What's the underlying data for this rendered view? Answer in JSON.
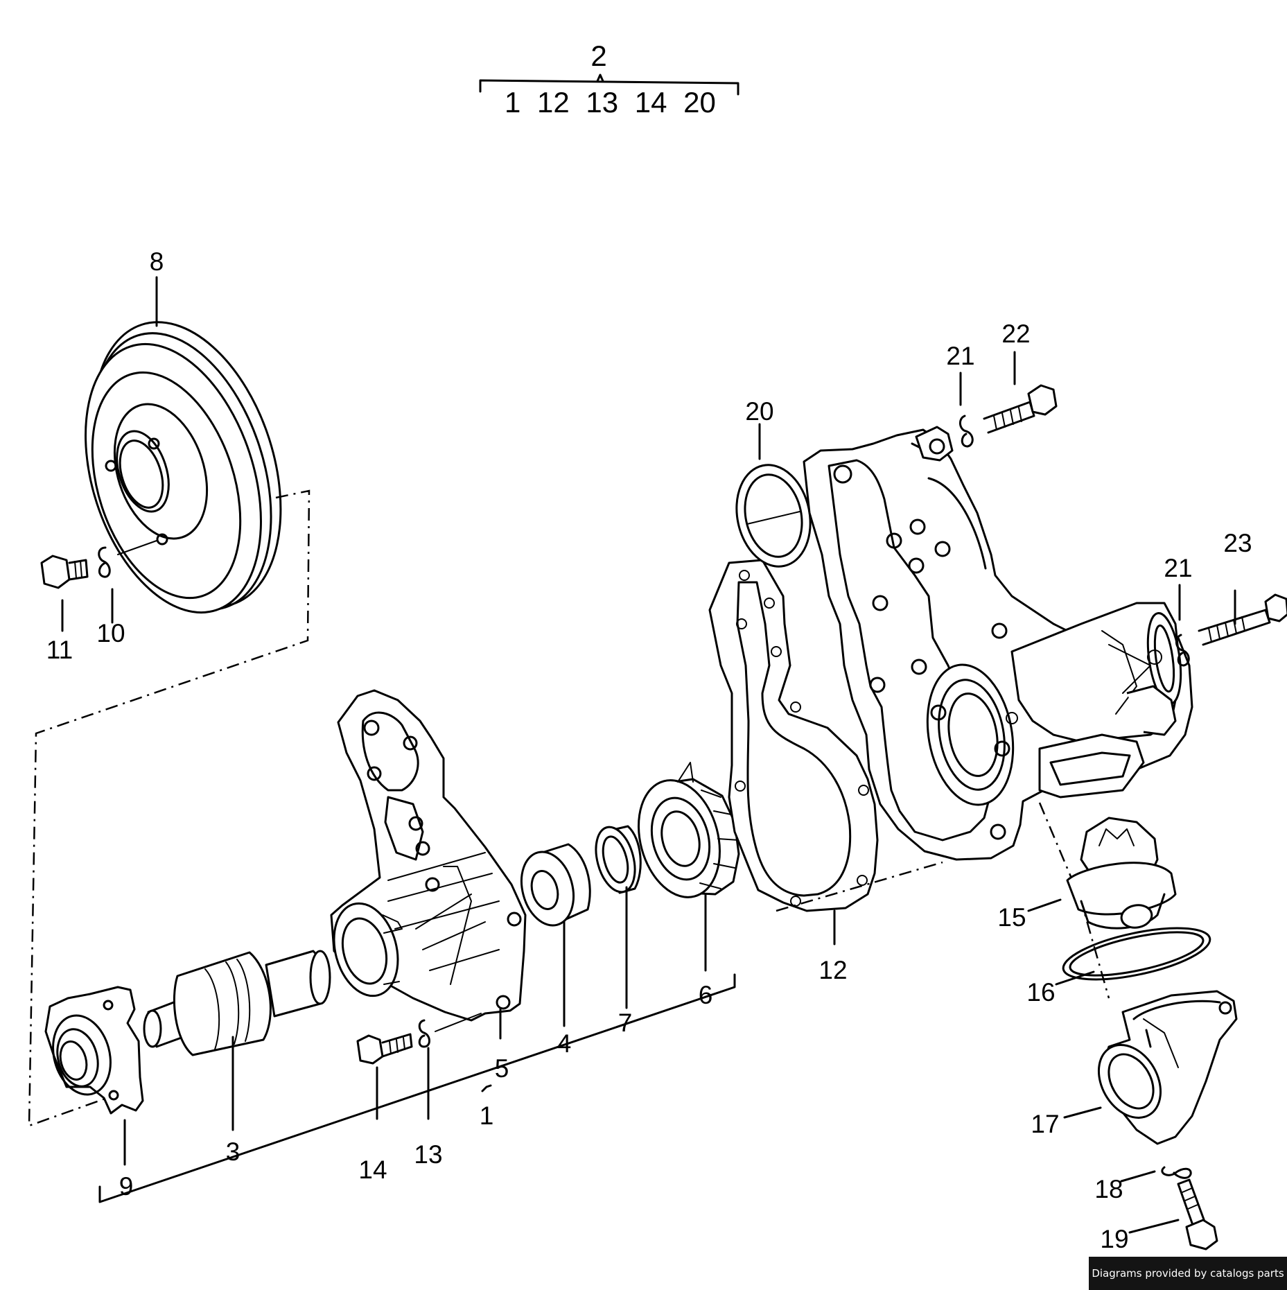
{
  "header": {
    "group_label": "2",
    "group_items": "1 12 13 14 20"
  },
  "callouts": {
    "c1": "1",
    "c3": "3",
    "c4": "4",
    "c5": "5",
    "c6": "6",
    "c7": "7",
    "c8": "8",
    "c9": "9",
    "c10": "10",
    "c11": "11",
    "c12": "12",
    "c13": "13",
    "c14": "14",
    "c15": "15",
    "c16": "16",
    "c17": "17",
    "c18": "18",
    "c19": "19",
    "c20": "20",
    "c21a": "21",
    "c21b": "21",
    "c22": "22",
    "c23": "23"
  },
  "footer": {
    "credit": "Diagrams provided by catalogs parts"
  }
}
